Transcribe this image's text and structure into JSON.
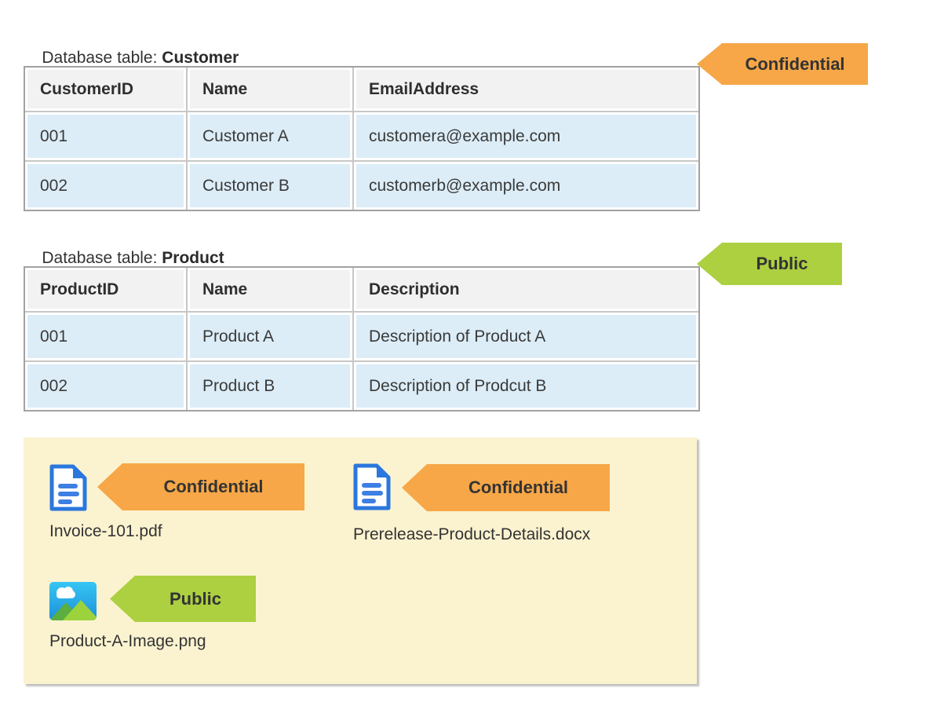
{
  "colors": {
    "confidential_orange": "#f7a747",
    "public_green": "#acd040",
    "table_row_blue": "#dcedf7",
    "table_header_gray": "#f2f2f2",
    "files_panel_yellow": "#fbf3d0",
    "doc_icon_blue": "#2b77dd",
    "image_icon_sky_top": "#36c6f4",
    "image_icon_sky_bottom": "#1d8fd8",
    "image_icon_mountain_dark": "#5bae3f",
    "image_icon_mountain_light": "#9cd33c"
  },
  "sections": [
    {
      "title_prefix": "Database table: ",
      "title_name": "Customer",
      "badge_label": "Confidential",
      "table": {
        "headers": [
          "CustomerID",
          "Name",
          "EmailAddress"
        ],
        "rows": [
          [
            "001",
            "Customer A",
            "customera@example.com"
          ],
          [
            "002",
            "Customer B",
            "customerb@example.com"
          ]
        ]
      }
    },
    {
      "title_prefix": "Database table: ",
      "title_name": "Product",
      "badge_label": "Public",
      "table": {
        "headers": [
          "ProductID",
          "Name",
          "Description"
        ],
        "rows": [
          [
            "001",
            "Product A",
            "Description of Product A"
          ],
          [
            "002",
            "Product B",
            "Description of Prodcut B"
          ]
        ]
      }
    }
  ],
  "files_panel": {
    "items": [
      {
        "icon": "document-icon",
        "badge_label": "Confidential",
        "filename": "Invoice-101.pdf"
      },
      {
        "icon": "document-icon",
        "badge_label": "Confidential",
        "filename": "Prerelease-Product-Details.docx"
      },
      {
        "icon": "image-icon",
        "badge_label": "Public",
        "filename": "Product-A-Image.png"
      }
    ]
  }
}
